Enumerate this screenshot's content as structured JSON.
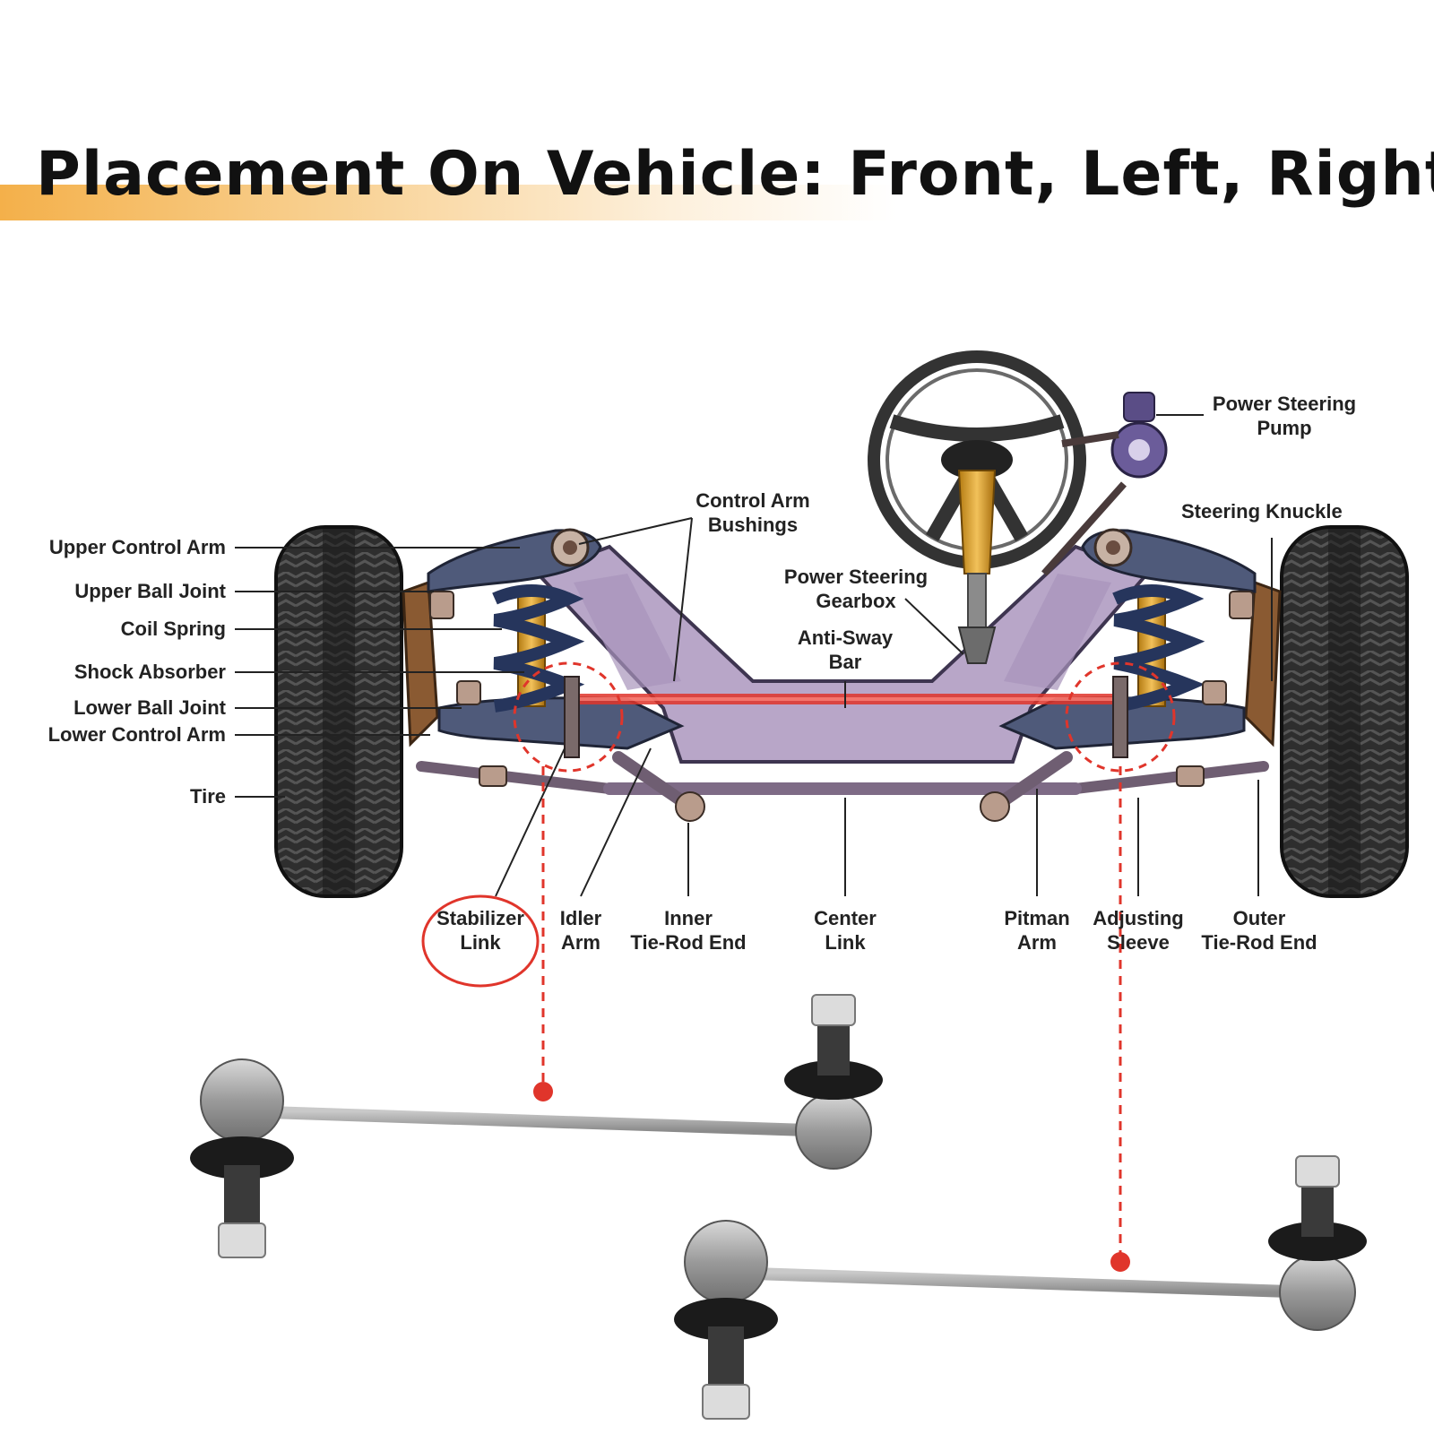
{
  "title": "Placement On Vehicle: Front, Left, Right",
  "colors": {
    "accent_orange": "#f4b04a",
    "highlight_red": "#e0352b",
    "frame_purple": "#b8a6c8",
    "arm_slate": "#4f5a7a",
    "tire": "#2b2b2b",
    "label": "#222222"
  },
  "labels": {
    "upper_control_arm": "Upper Control Arm",
    "upper_ball_joint": "Upper Ball Joint",
    "coil_spring": "Coil Spring",
    "shock_absorber": "Shock Absorber",
    "lower_ball_joint": "Lower Ball Joint",
    "lower_control_arm": "Lower Control Arm",
    "tire": "Tire",
    "control_arm_bushings_1": "Control Arm",
    "control_arm_bushings_2": "Bushings",
    "power_steering_gearbox_1": "Power Steering",
    "power_steering_gearbox_2": "Gearbox",
    "anti_sway_bar_1": "Anti-Sway",
    "anti_sway_bar_2": "Bar",
    "power_steering_pump_1": "Power Steering",
    "power_steering_pump_2": "Pump",
    "steering_knuckle": "Steering Knuckle",
    "stabilizer_link_1": "Stabilizer",
    "stabilizer_link_2": "Link",
    "idler_arm_1": "Idler",
    "idler_arm_2": "Arm",
    "inner_tie_rod_end_1": "Inner",
    "inner_tie_rod_end_2": "Tie-Rod End",
    "center_link_1": "Center",
    "center_link_2": "Link",
    "pitman_arm_1": "Pitman",
    "pitman_arm_2": "Arm",
    "adjusting_sleeve_1": "Adjusting",
    "adjusting_sleeve_2": "Sleeve",
    "outer_tie_rod_end_1": "Outer",
    "outer_tie_rod_end_2": "Tie-Rod End"
  },
  "products": [
    {
      "name": "stabilizer-link-left"
    },
    {
      "name": "stabilizer-link-right"
    }
  ]
}
